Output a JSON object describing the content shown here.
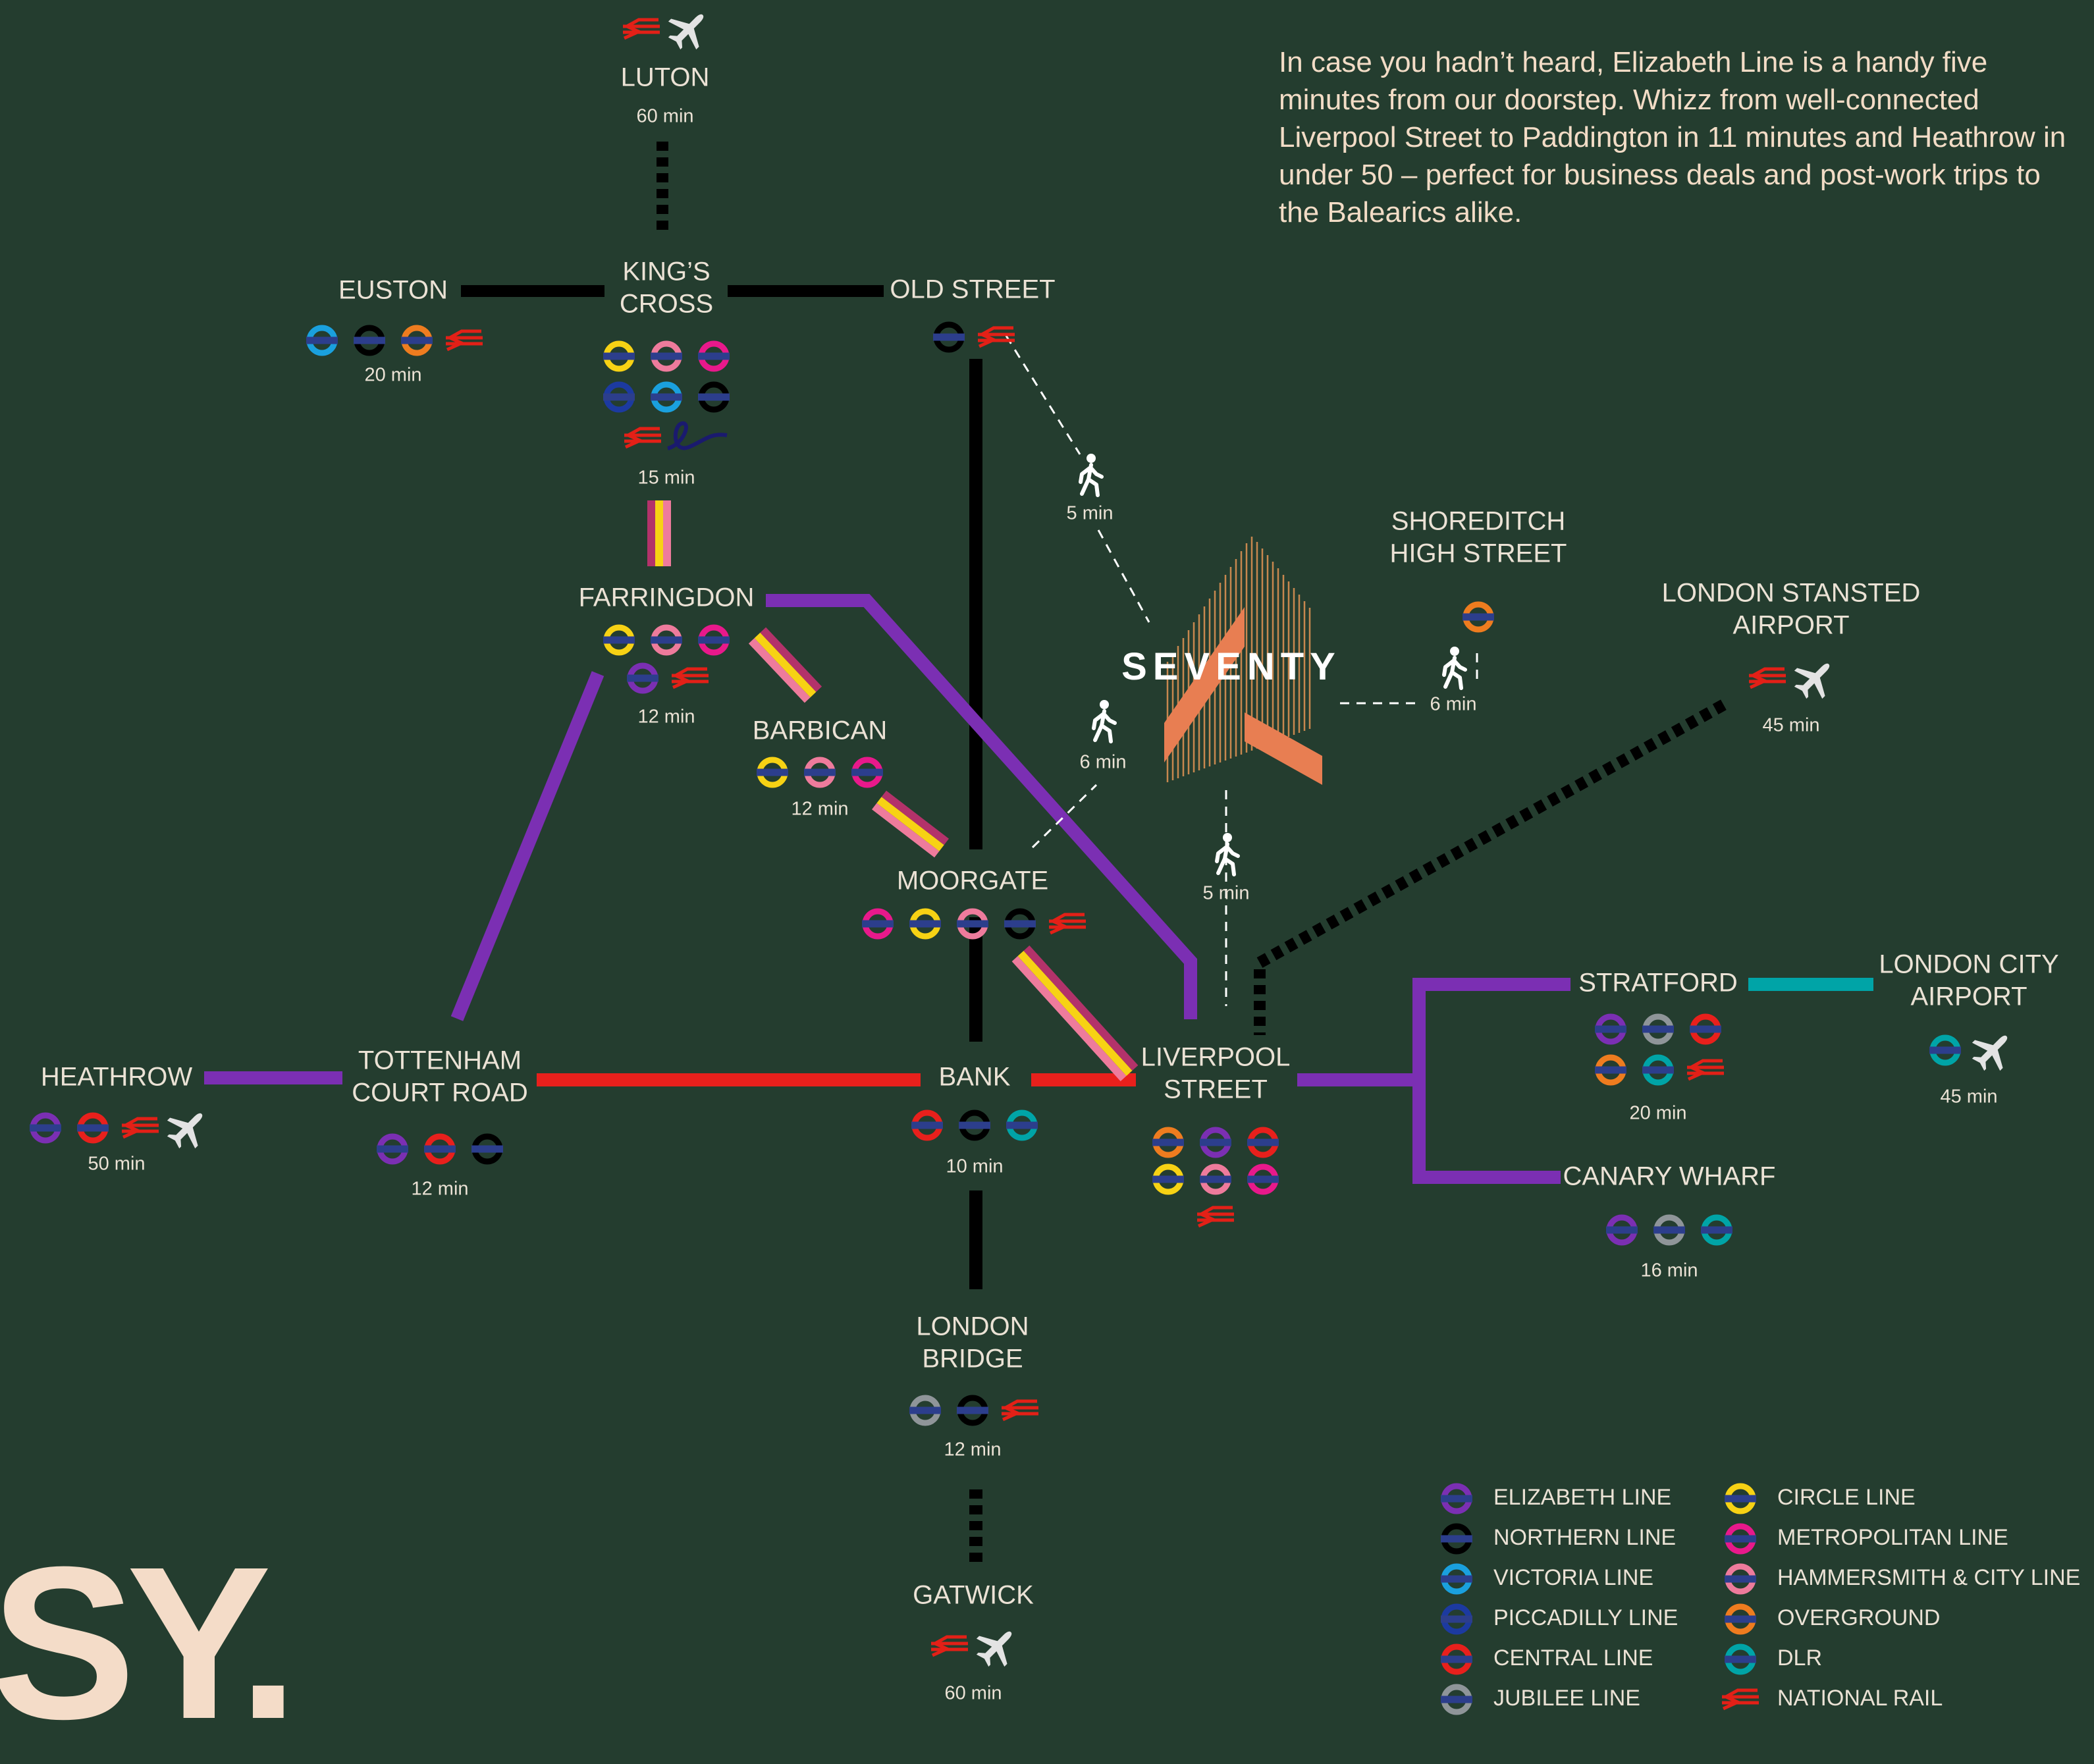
{
  "intro": "In case you hadn’t heard, Elizabeth Line is a handy five minutes from our doorstep. Whizz from well-connected Liverpool Street to Paddington in 11 minutes and Heathrow in under 50 – perfect for business deals and post-work trips to the Balearics alike.",
  "brand_mark": "SY.",
  "logo": "SEVENTY",
  "colors": {
    "background": "#243d2f",
    "text": "#ebe2d5",
    "cream": "#f4dcc8",
    "elizabeth": "#7b2fb3",
    "northern": "#000000",
    "victoria": "#1aa0de",
    "piccadilly": "#1c3aa0",
    "central": "#e8201c",
    "jubilee": "#8f9599",
    "circle": "#f7d214",
    "metropolitan": "#e8198b",
    "hammersmith": "#ee7b9c",
    "overground": "#ee7c1f",
    "dlr": "#00a4a7",
    "rail": "#e32017",
    "plane": "#e3e3e3",
    "thameslink": "#1a1a6e",
    "logo": "#e87e52"
  },
  "stations": [
    {
      "id": "luton",
      "name": [
        "LUTON"
      ],
      "time": "60 min",
      "icons": [
        [
          "rail",
          "plane"
        ]
      ]
    },
    {
      "id": "euston",
      "name": [
        "EUSTON"
      ],
      "time": "20 min",
      "icons": [
        [
          "victoria",
          "northern",
          "overground",
          "rail"
        ]
      ]
    },
    {
      "id": "kings-cross",
      "name": [
        "KING’S",
        "CROSS"
      ],
      "time": "15 min",
      "icons": [
        [
          "circle",
          "hammersmith",
          "metropolitan"
        ],
        [
          "piccadilly",
          "victoria",
          "northern"
        ],
        [
          "rail",
          "thameslink"
        ]
      ]
    },
    {
      "id": "old-street",
      "name": [
        "OLD STREET"
      ],
      "time": "",
      "icons": [
        [
          "northern",
          "rail"
        ]
      ]
    },
    {
      "id": "farringdon",
      "name": [
        "FARRINGDON"
      ],
      "time": "12 min",
      "icons": [
        [
          "circle",
          "hammersmith",
          "metropolitan"
        ],
        [
          "elizabeth",
          "rail"
        ]
      ]
    },
    {
      "id": "barbican",
      "name": [
        "BARBICAN"
      ],
      "time": "12 min",
      "icons": [
        [
          "circle",
          "hammersmith",
          "metropolitan"
        ]
      ]
    },
    {
      "id": "moorgate",
      "name": [
        "MOORGATE"
      ],
      "time": "",
      "icons": [
        [
          "metropolitan",
          "circle",
          "hammersmith",
          "northern",
          "rail"
        ]
      ]
    },
    {
      "id": "heathrow",
      "name": [
        "HEATHROW"
      ],
      "time": "50 min",
      "icons": [
        [
          "elizabeth",
          "central",
          "rail",
          "plane"
        ]
      ]
    },
    {
      "id": "tottenham-court-road",
      "name": [
        "TOTTENHAM",
        "COURT ROAD"
      ],
      "time": "12 min",
      "icons": [
        [
          "elizabeth",
          "central",
          "northern"
        ]
      ]
    },
    {
      "id": "bank",
      "name": [
        "BANK"
      ],
      "time": "10 min",
      "icons": [
        [
          "central",
          "northern",
          "dlr"
        ]
      ]
    },
    {
      "id": "liverpool-street",
      "name": [
        "LIVERPOOL",
        "STREET"
      ],
      "time": "",
      "icons": [
        [
          "overground",
          "elizabeth",
          "central"
        ],
        [
          "circle",
          "hammersmith",
          "metropolitan"
        ],
        [
          "rail"
        ]
      ]
    },
    {
      "id": "london-bridge",
      "name": [
        "LONDON",
        "BRIDGE"
      ],
      "time": "12 min",
      "icons": [
        [
          "jubilee",
          "northern",
          "rail"
        ]
      ]
    },
    {
      "id": "gatwick",
      "name": [
        "GATWICK"
      ],
      "time": "60 min",
      "icons": [
        [
          "rail",
          "plane"
        ]
      ]
    },
    {
      "id": "shoreditch-high-street",
      "name": [
        "SHOREDITCH",
        "HIGH STREET"
      ],
      "time": "",
      "icons": [
        [
          "overground"
        ]
      ]
    },
    {
      "id": "stansted",
      "name": [
        "LONDON STANSTED",
        "AIRPORT"
      ],
      "time": "45 min",
      "icons": [
        [
          "rail",
          "plane"
        ]
      ]
    },
    {
      "id": "stratford",
      "name": [
        "STRATFORD"
      ],
      "time": "20 min",
      "icons": [
        [
          "elizabeth",
          "jubilee",
          "central"
        ],
        [
          "overground",
          "dlr",
          "rail"
        ]
      ]
    },
    {
      "id": "london-city-airport",
      "name": [
        "LONDON CITY",
        "AIRPORT"
      ],
      "time": "45 min",
      "icons": [
        [
          "dlr",
          "plane"
        ]
      ]
    },
    {
      "id": "canary-wharf",
      "name": [
        "CANARY WHARF"
      ],
      "time": "16 min",
      "icons": [
        [
          "elizabeth",
          "jubilee",
          "dlr"
        ]
      ]
    }
  ],
  "walks": [
    {
      "id": "old-street",
      "time": "5 min"
    },
    {
      "id": "moorgate",
      "time": "6 min"
    },
    {
      "id": "liverpool-street",
      "time": "5 min"
    },
    {
      "id": "shoreditch",
      "time": "6 min"
    }
  ],
  "legend": [
    {
      "line": "elizabeth",
      "label": "ELIZABETH LINE"
    },
    {
      "line": "northern",
      "label": "NORTHERN LINE"
    },
    {
      "line": "victoria",
      "label": "VICTORIA LINE"
    },
    {
      "line": "piccadilly",
      "label": "PICCADILLY LINE"
    },
    {
      "line": "central",
      "label": "CENTRAL LINE"
    },
    {
      "line": "jubilee",
      "label": "JUBILEE LINE"
    },
    {
      "line": "circle",
      "label": "CIRCLE LINE"
    },
    {
      "line": "metropolitan",
      "label": "METROPOLITAN LINE"
    },
    {
      "line": "hammersmith",
      "label": "HAMMERSMITH & CITY LINE"
    },
    {
      "line": "overground",
      "label": "OVERGROUND"
    },
    {
      "line": "dlr",
      "label": "DLR"
    },
    {
      "line": "rail",
      "label": "NATIONAL RAIL"
    }
  ]
}
